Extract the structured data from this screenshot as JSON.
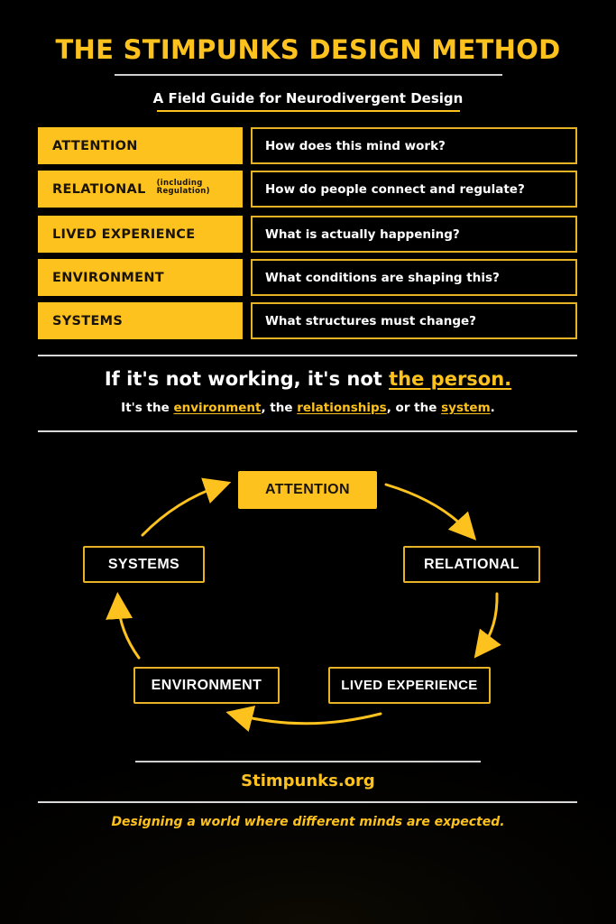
{
  "header": {
    "title": "THE STIMPUNKS DESIGN METHOD",
    "subtitle": "A Field Guide for Neurodivergent Design"
  },
  "framework": {
    "rows": [
      {
        "label": "ATTENTION",
        "sub": "",
        "question": "How does this mind work?"
      },
      {
        "label": "RELATIONAL",
        "sub": "(including Regulation)",
        "question": "How do people connect and regulate?"
      },
      {
        "label": "LIVED EXPERIENCE",
        "sub": "",
        "question": "What is actually happening?"
      },
      {
        "label": "ENVIRONMENT",
        "sub": "",
        "question": "What conditions are shaping this?"
      },
      {
        "label": "SYSTEMS",
        "sub": "",
        "question": "What structures must change?"
      }
    ]
  },
  "message": {
    "headline_prefix": "If it's not working, it's not ",
    "headline_highlight": "the person.",
    "sub_p1": "It's the ",
    "sub_h1": "environment",
    "sub_p2": ", the ",
    "sub_h2": "relationships",
    "sub_p3": ", or the ",
    "sub_h3": "system",
    "sub_p4": "."
  },
  "cycle": {
    "nodes": {
      "attention": "ATTENTION",
      "relational": "RELATIONAL",
      "lived_experience": "LIVED EXPERIENCE",
      "environment": "ENVIRONMENT",
      "systems": "SYSTEMS"
    },
    "order": [
      "ATTENTION",
      "RELATIONAL",
      "LIVED EXPERIENCE",
      "ENVIRONMENT",
      "SYSTEMS"
    ],
    "direction": "clockwise"
  },
  "footer": {
    "site": "Stimpunks.org",
    "tagline": "Designing a world where different minds are expected."
  },
  "colors": {
    "accent": "#FDC21E",
    "border": "#E8B227",
    "background": "#000000",
    "text": "#FFFFFF"
  }
}
